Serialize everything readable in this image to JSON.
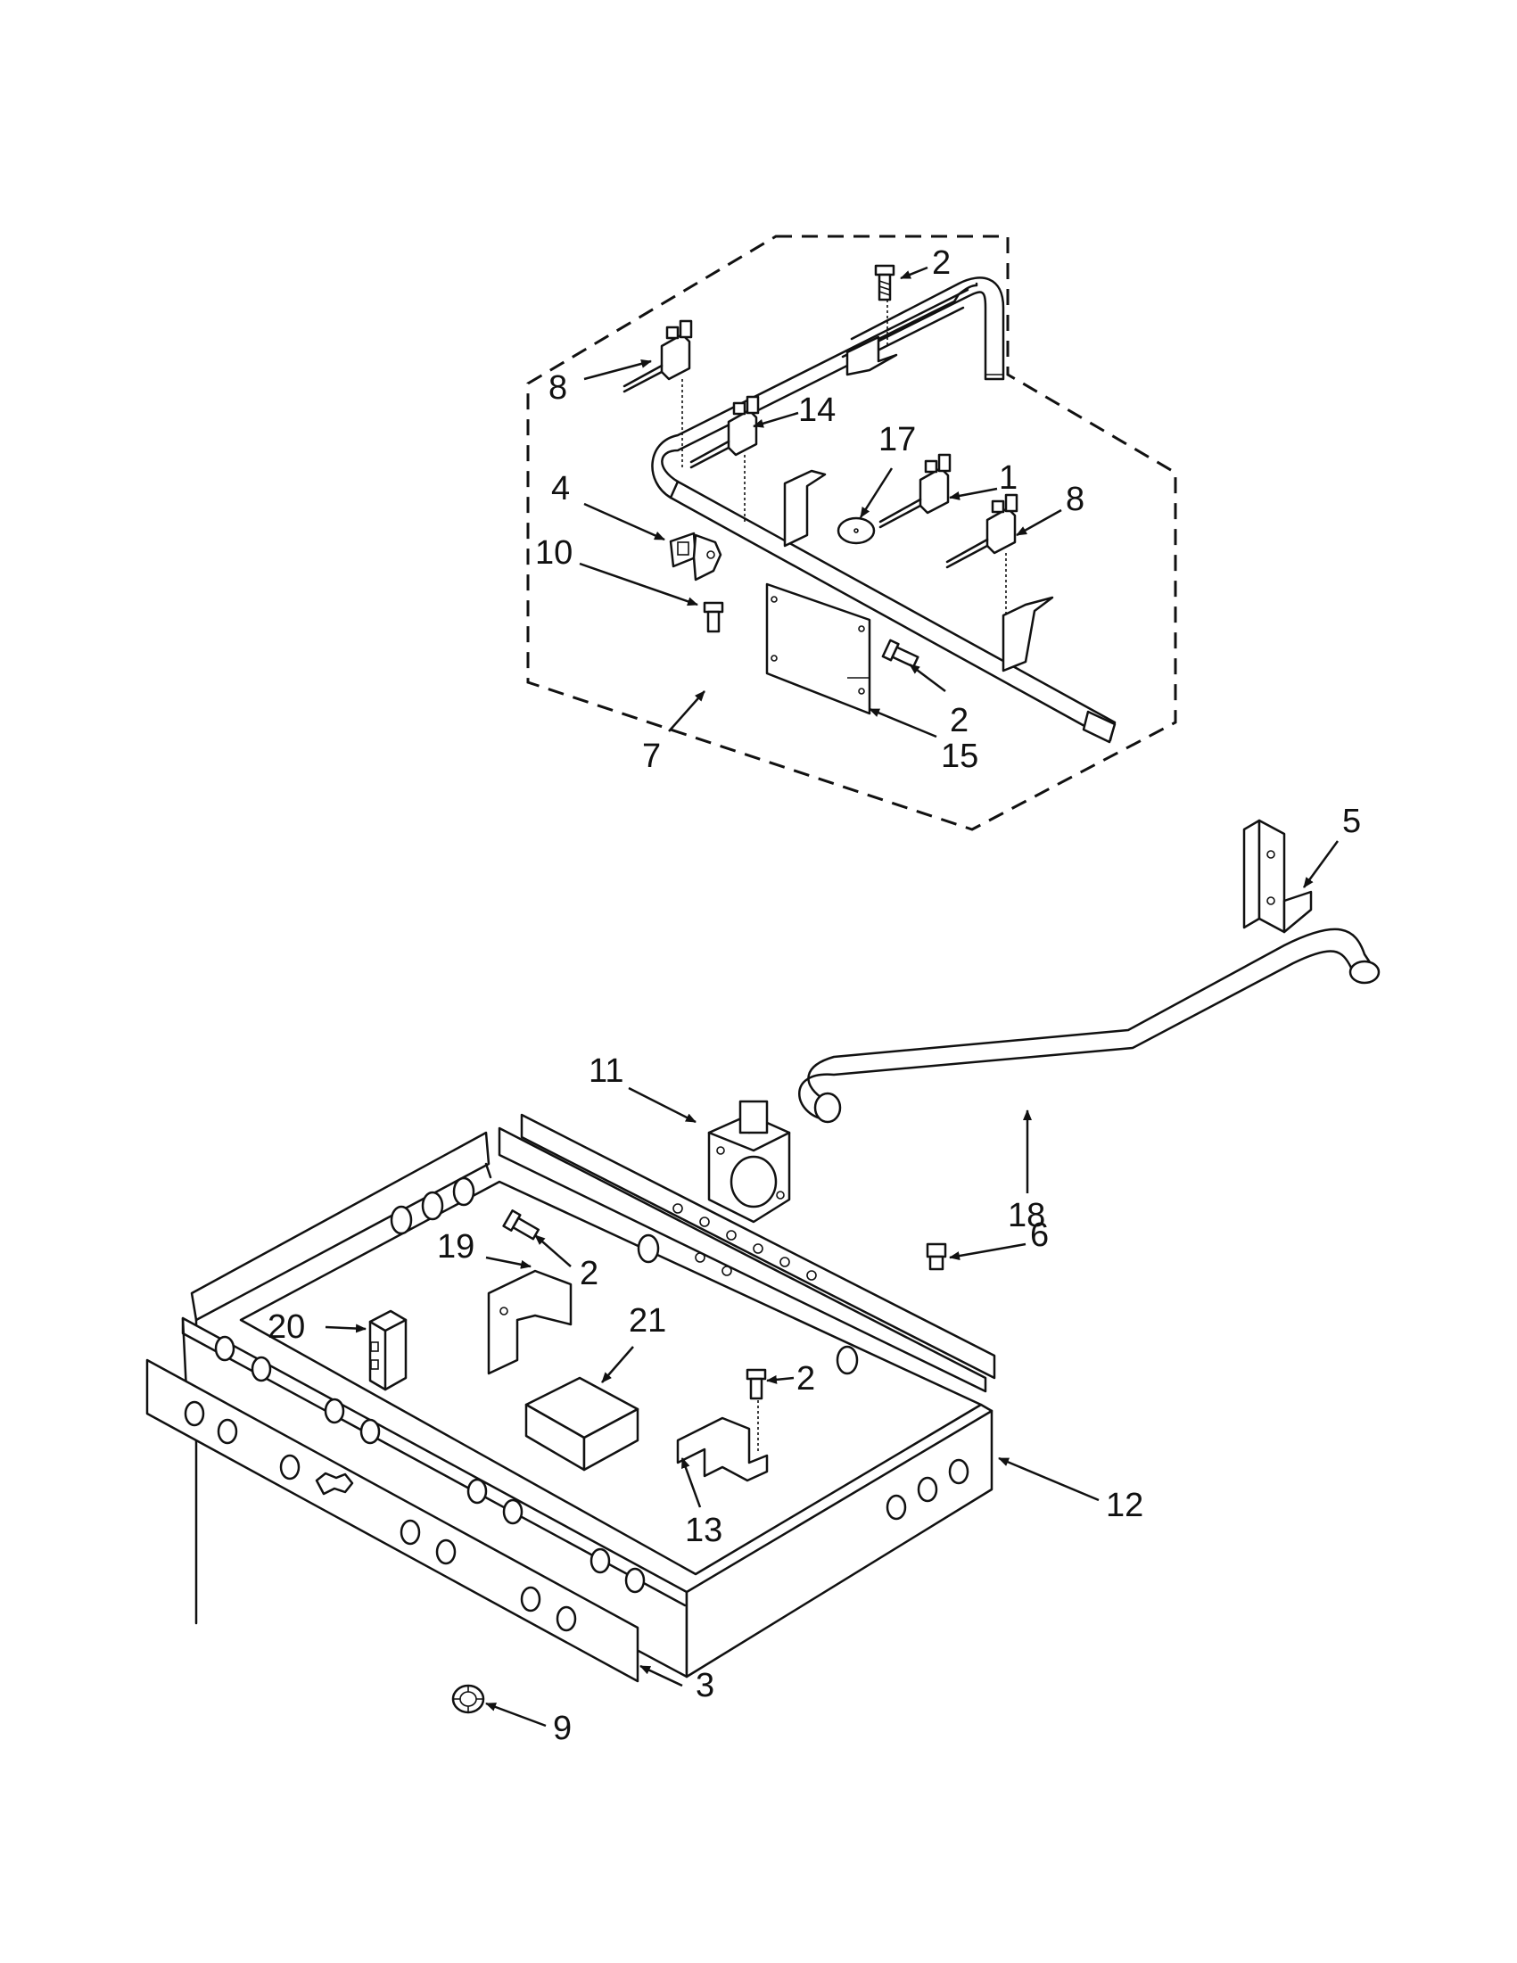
{
  "callouts": {
    "c1": "1",
    "c2a": "2",
    "c2b": "2",
    "c2c": "2",
    "c2d": "2",
    "c3": "3",
    "c4": "4",
    "c5": "5",
    "c6": "6",
    "c7": "7",
    "c8a": "8",
    "c8b": "8",
    "c9": "9",
    "c10": "10",
    "c11": "11",
    "c12": "12",
    "c13": "13",
    "c14": "14",
    "c15": "15",
    "c17": "17",
    "c18": "18",
    "c19": "19",
    "c20": "20",
    "c21": "21"
  },
  "icons": {
    "valve": "valve-icon",
    "screw": "screw-icon",
    "bracket": "bracket-icon",
    "regulator": "regulator-icon"
  }
}
